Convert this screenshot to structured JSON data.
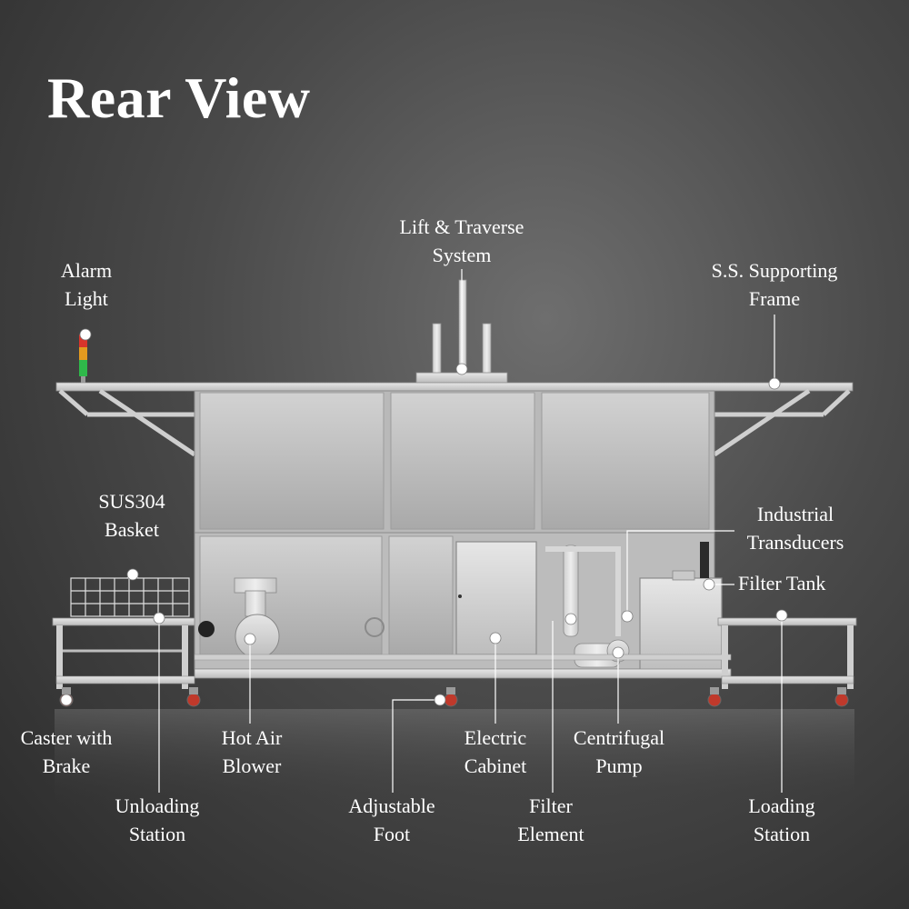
{
  "page": {
    "title": "Rear View"
  },
  "callouts": [
    {
      "id": "alarm-light",
      "lines": [
        "Alarm",
        "Light"
      ]
    },
    {
      "id": "lift-traverse-system",
      "lines": [
        "Lift & Traverse",
        "System"
      ]
    },
    {
      "id": "ss-supporting-frame",
      "lines": [
        "S.S. Supporting",
        "Frame"
      ]
    },
    {
      "id": "sus304-basket",
      "lines": [
        "SUS304",
        "Basket"
      ]
    },
    {
      "id": "industrial-transducers",
      "lines": [
        "Industrial",
        "Transducers"
      ]
    },
    {
      "id": "filter-tank",
      "lines": [
        "Filter Tank"
      ]
    },
    {
      "id": "caster-with-brake",
      "lines": [
        "Caster with",
        "Brake"
      ]
    },
    {
      "id": "hot-air-blower",
      "lines": [
        "Hot Air",
        "Blower"
      ]
    },
    {
      "id": "electric-cabinet",
      "lines": [
        "Electric",
        "Cabinet"
      ]
    },
    {
      "id": "centrifugal-pump",
      "lines": [
        "Centrifugal",
        "Pump"
      ]
    },
    {
      "id": "unloading-station",
      "lines": [
        "Unloading",
        "Station"
      ]
    },
    {
      "id": "adjustable-foot",
      "lines": [
        "Adjustable",
        "Foot"
      ]
    },
    {
      "id": "filter-element",
      "lines": [
        "Filter",
        "Element"
      ]
    },
    {
      "id": "loading-station",
      "lines": [
        "Loading",
        "Station"
      ]
    }
  ],
  "colors": {
    "text": "#ffffff",
    "leader": "#ffffff",
    "steel_light": "#d9d9d9",
    "steel_dark": "#9a9a9a",
    "caster_red": "#c0392b",
    "alarm_red": "#d9342b",
    "alarm_amber": "#e39a1f",
    "alarm_green": "#2fb84a"
  }
}
